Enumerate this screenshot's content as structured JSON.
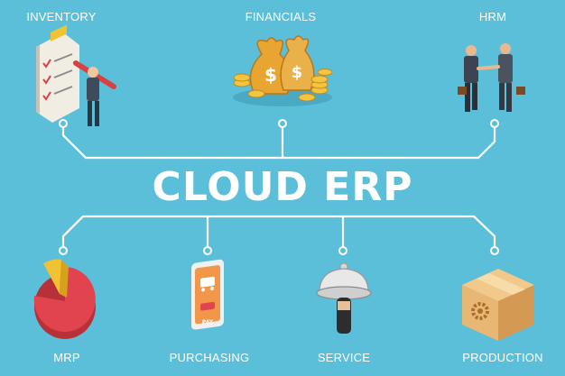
{
  "title": "CLOUD ERP",
  "modules": {
    "inventory": "INVENTORY",
    "financials": "FINANCIALS",
    "hrm": "HRM",
    "mrp": "MRP",
    "purchasing": "PURCHASING",
    "service": "SERVICE",
    "production": "PRODUCTION"
  },
  "icons": {
    "inventory": "clipboard-checklist-icon",
    "financials": "money-bags-coins-icon",
    "hrm": "handshake-icon",
    "mrp": "pie-chart-icon",
    "purchasing": "smartphone-pay-icon",
    "service": "cloche-icon",
    "production": "cardboard-box-gear-icon"
  },
  "phone_pay_text": "PAY",
  "colors": {
    "background": "#5bbfd9",
    "lines": "#ffffff",
    "money": "#e8a532",
    "box": "#e9b774",
    "pie": "#e2444f"
  }
}
